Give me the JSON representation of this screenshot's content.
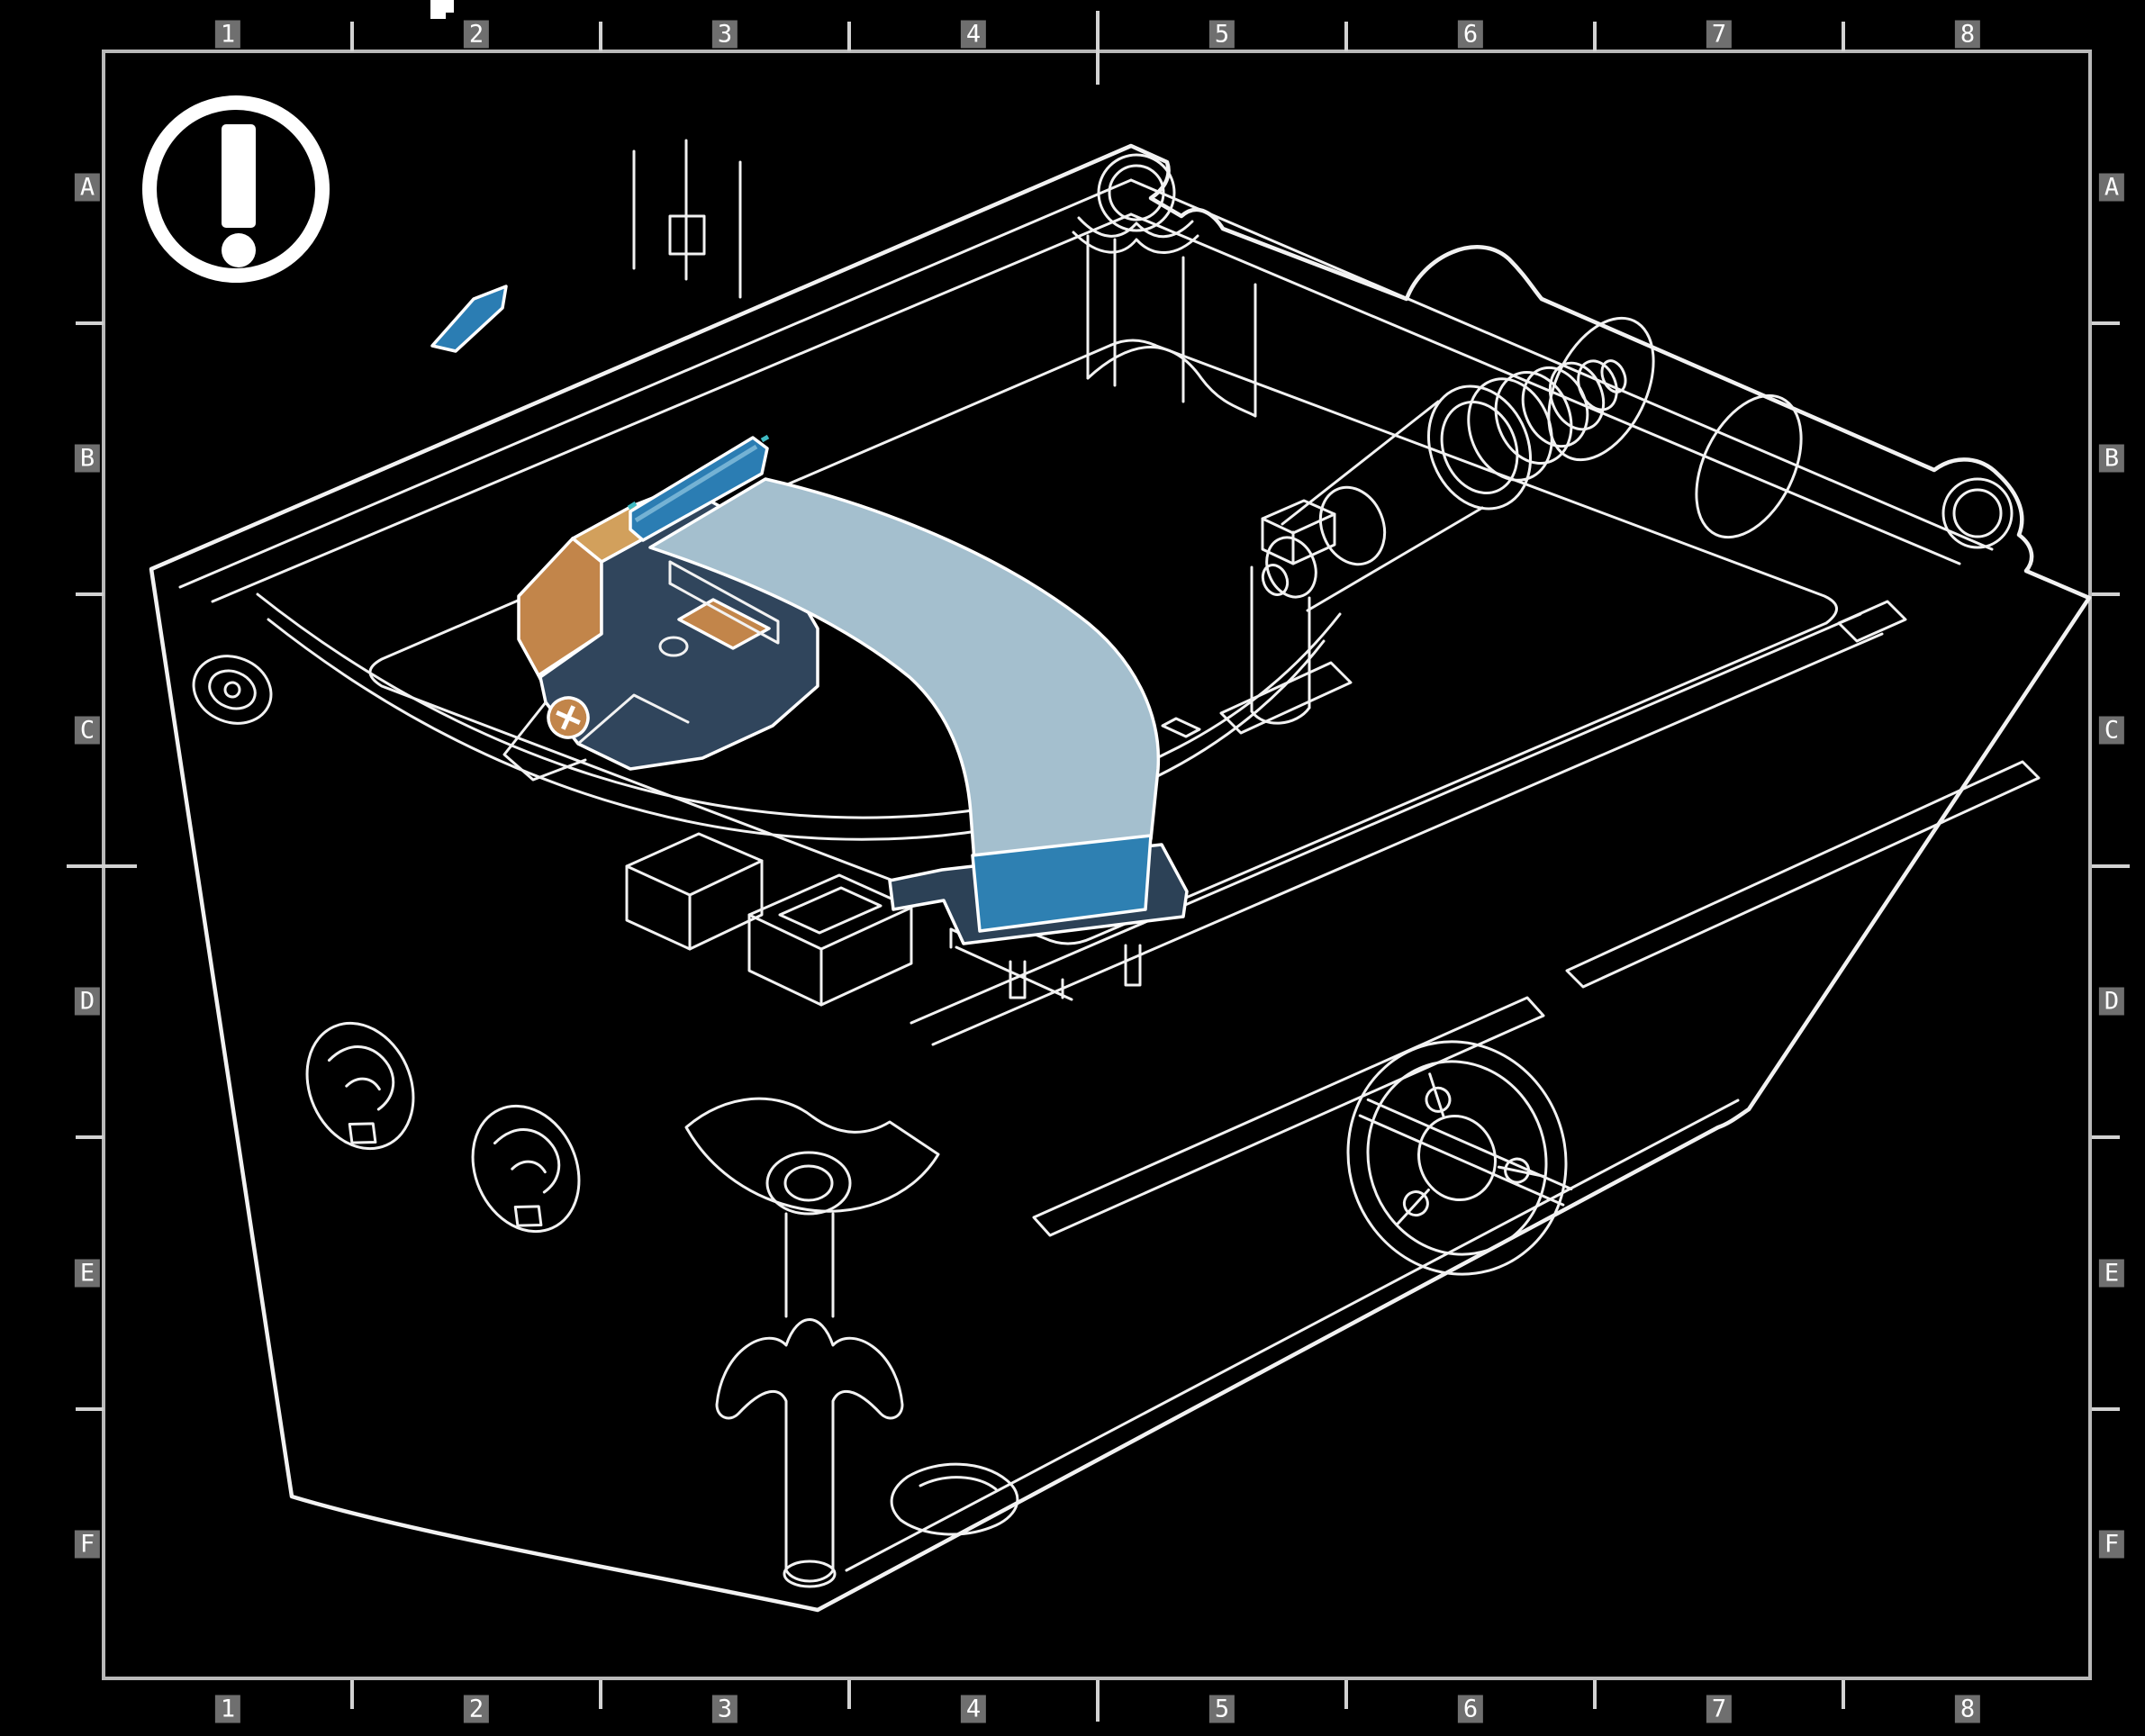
{
  "drawing_frame": {
    "column_labels": [
      "1",
      "2",
      "3",
      "4",
      "5",
      "6",
      "7",
      "8"
    ],
    "row_labels": [
      "A",
      "B",
      "C",
      "D",
      "E",
      "F"
    ],
    "frame_color": "#b9b9b9",
    "tick_color": "#d2d2d2",
    "label_color": "#ffffff",
    "label_bg": "#6f6f6f"
  },
  "warning_icon": {
    "glyph": "!",
    "color": "#ffffff"
  },
  "artifact_cursor": {
    "color": "#ffffff"
  },
  "palette": {
    "background": "#000000",
    "wireframe": "#f2f2f2",
    "ribbon": "#a4bfce",
    "ribbon_blue_band": "#2e80b2",
    "highlight_blue": "#2b7db3",
    "highlight_blue_light": "#74b2d4",
    "teal_accent": "#3fbac2",
    "orange_top": "#d2a05c",
    "orange_side": "#c2854a",
    "orange_dark": "#aa7538",
    "navy": "#30455c",
    "connector_navy": "#2c4156"
  }
}
